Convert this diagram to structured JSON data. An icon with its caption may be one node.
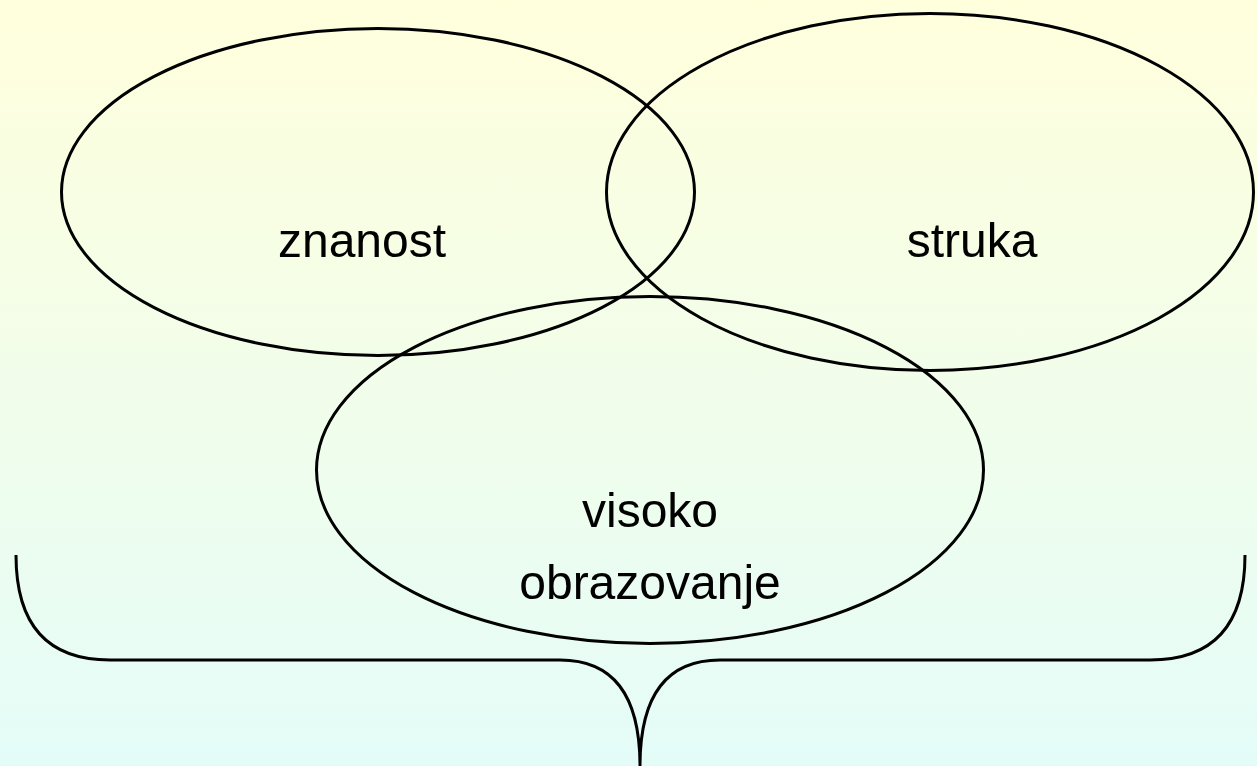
{
  "diagram": {
    "nodes": [
      {
        "text": [
          "znanost"
        ]
      },
      {
        "text": [
          "struka"
        ]
      },
      {
        "text": [
          "visoko obrazovanje"
        ]
      }
    ]
  }
}
